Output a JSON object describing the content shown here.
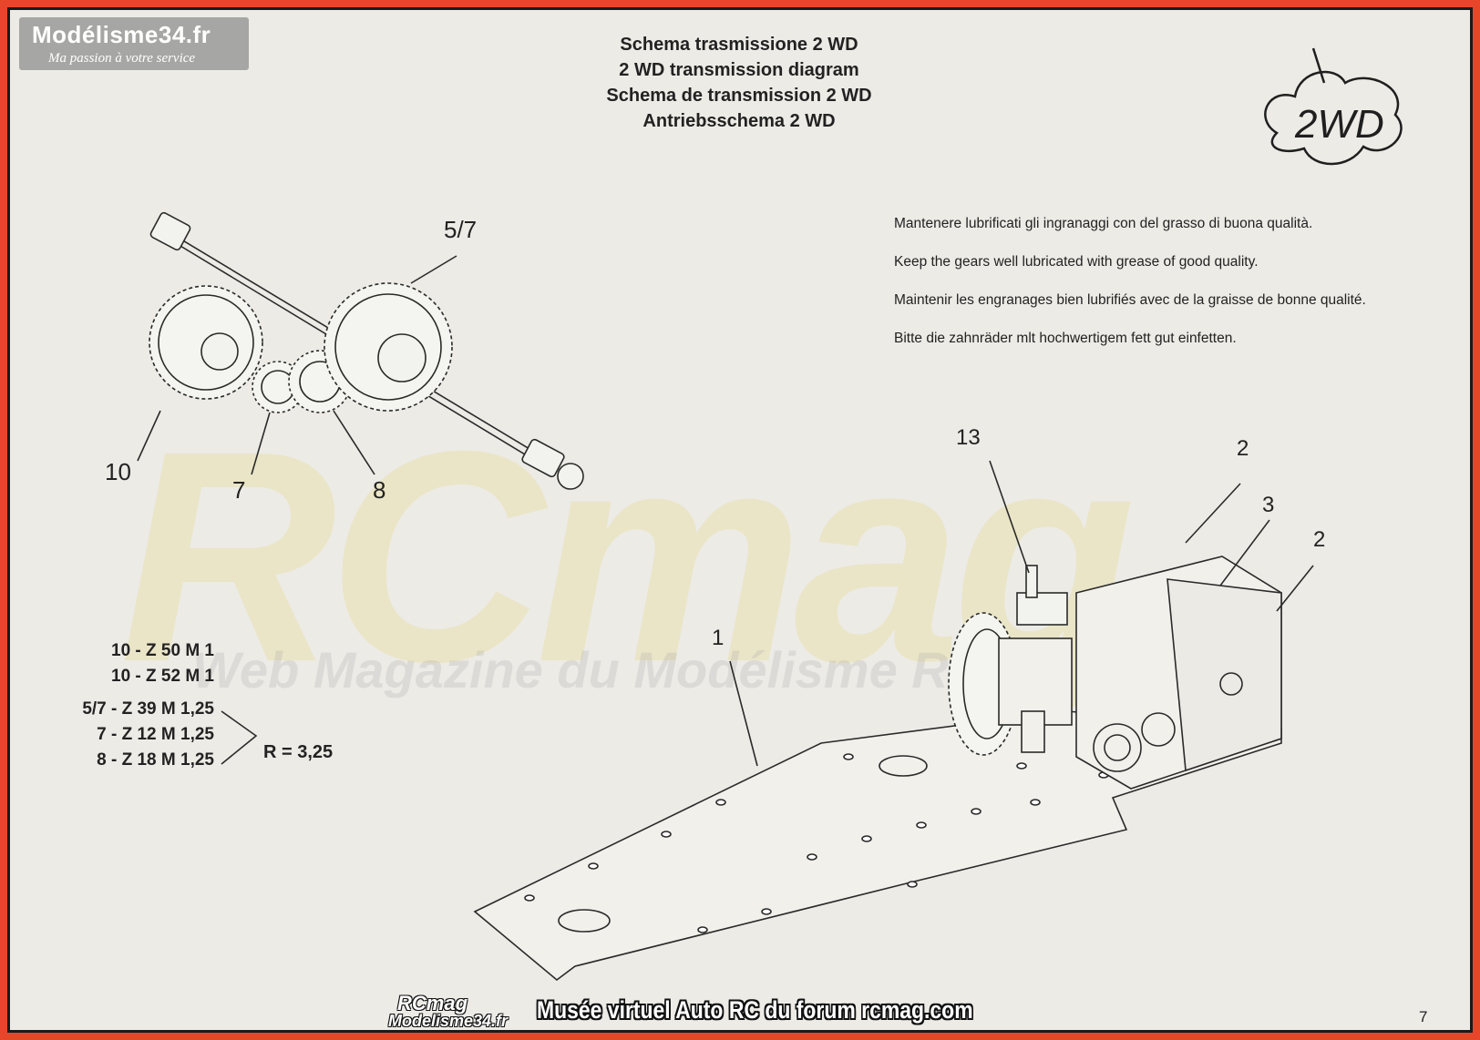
{
  "watermark_top": {
    "site": "Modélisme34.fr",
    "tagline": "Ma passion à votre service"
  },
  "titles": [
    "Schema trasmissione 2 WD",
    "2 WD transmission diagram",
    "Schema de transmission 2 WD",
    "Antriebsschema 2 WD"
  ],
  "badge": {
    "text": "2WD"
  },
  "notes": [
    "Mantenere lubrificati gli ingranaggi con del grasso di buona qualità.",
    "Keep the gears well lubricated with grease of good quality.",
    "Maintenir les engranages bien lubrifiés avec de la graisse de bonne qualité.",
    "Bitte die zahnräder mlt hochwertigem fett gut einfetten."
  ],
  "callouts": {
    "c57": "5/7",
    "c10": "10",
    "c7": "7",
    "c8": "8",
    "c13": "13",
    "c2a": "2",
    "c3": "3",
    "c2b": "2",
    "c1": "1"
  },
  "specs": [
    "10 - Z 50 M 1",
    "10 - Z 52 M 1",
    "5/7 - Z 39 M 1,25",
    "7 - Z 12 M 1,25",
    "8 - Z 18 M 1,25"
  ],
  "ratio": "R = 3,25",
  "background_watermark": {
    "brand": "RCmag",
    "subtitle": "Web Magazine du Modélisme RC"
  },
  "footer": {
    "logo_line1": "RCmag",
    "logo_line2": "Modelisme34.fr",
    "text": "Musée virtuel Auto RC du forum rcmag.com"
  },
  "page_number": "7",
  "colors": {
    "frame": "#e8462a",
    "paper": "#ecebe6",
    "ink": "#222222",
    "watermark_yellow": "#e4d05a"
  }
}
